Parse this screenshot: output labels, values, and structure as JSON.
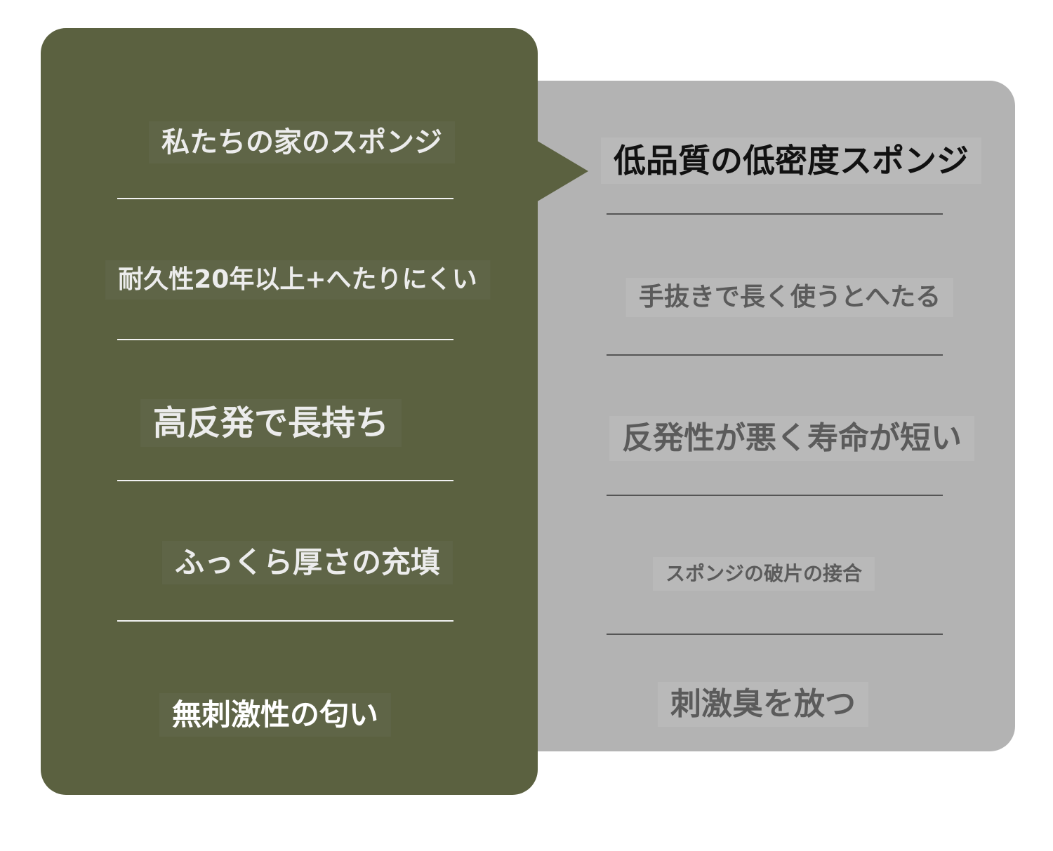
{
  "left_panel": {
    "title": "私たちの家のスポンジ",
    "items": [
      "耐久性20年以上+へたりにくい",
      "高反発で長持ち",
      "ふっくら厚さの充填",
      "無刺激性の匂い"
    ]
  },
  "right_panel": {
    "title": "低品質の低密度スポンジ",
    "items": [
      "手抜きで長く使うとへたる",
      "反発性が悪く寿命が短い",
      "スポンジの破片の接合",
      "刺激臭を放つ"
    ]
  },
  "colors": {
    "left_panel_bg": "#5b6140",
    "right_panel_bg": "#b3b3b3",
    "left_text": "#ececec",
    "right_text": "#5b5b5b",
    "right_title_text": "#111111"
  }
}
